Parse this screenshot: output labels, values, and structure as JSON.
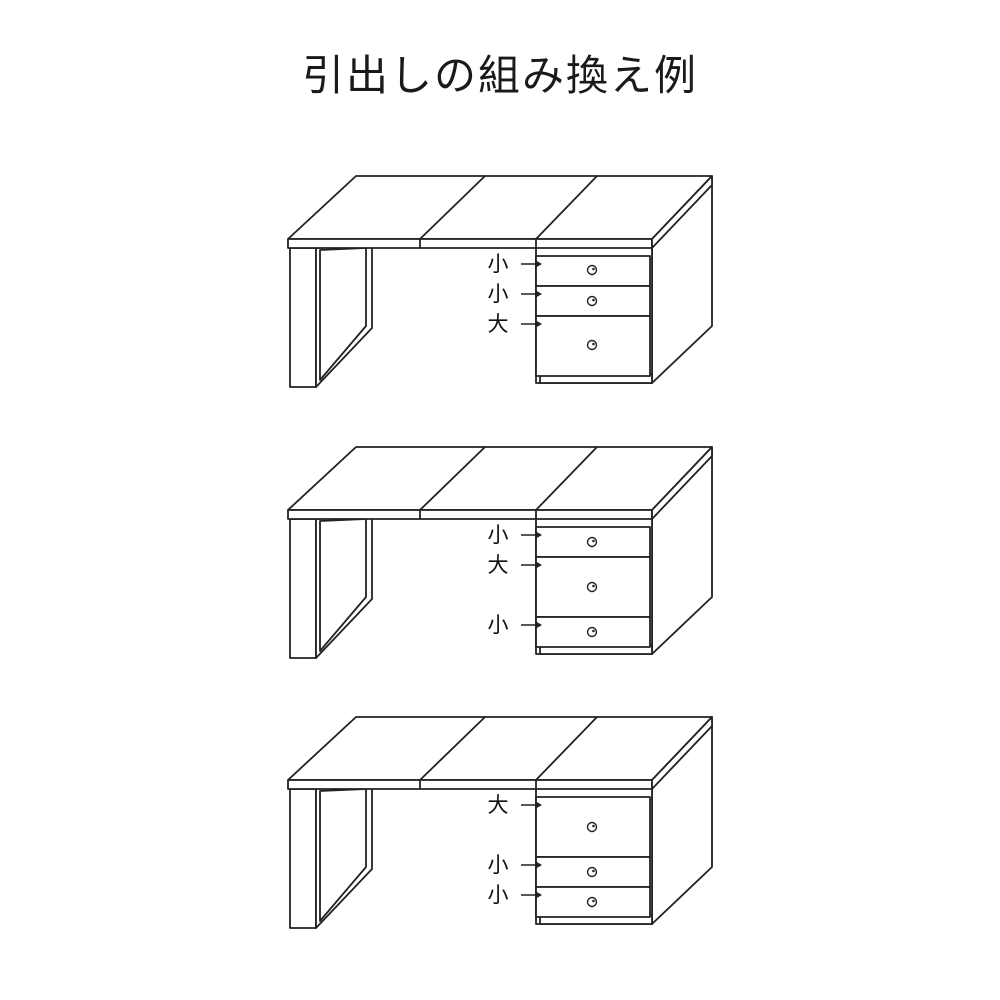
{
  "title": "引出しの組み換え例",
  "examples": [
    {
      "drawers": [
        {
          "label": "小"
        },
        {
          "label": "小"
        },
        {
          "label": "大"
        }
      ]
    },
    {
      "drawers": [
        {
          "label": "小"
        },
        {
          "label": "大"
        },
        {
          "label": "小"
        }
      ]
    },
    {
      "drawers": [
        {
          "label": "大"
        },
        {
          "label": "小"
        },
        {
          "label": "小"
        }
      ]
    }
  ]
}
